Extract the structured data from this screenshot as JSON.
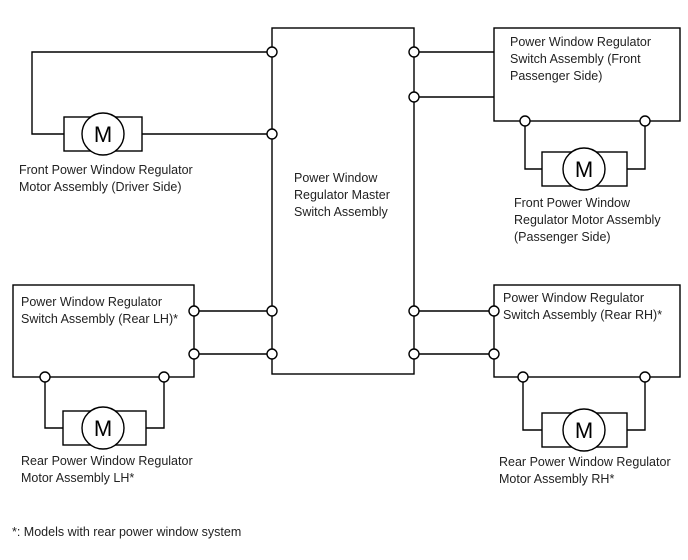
{
  "master_switch": {
    "lines": [
      "Power Window",
      "Regulator Master",
      "Switch Assembly"
    ]
  },
  "front_passenger_switch": {
    "lines": [
      "Power Window Regulator",
      "Switch Assembly (Front",
      "Passenger Side)"
    ]
  },
  "rear_lh_switch": {
    "lines": [
      "Power Window Regulator",
      "Switch Assembly (Rear LH)*"
    ]
  },
  "rear_rh_switch": {
    "lines": [
      "Power Window Regulator",
      "Switch Assembly (Rear RH)*"
    ]
  },
  "front_driver_motor": {
    "symbol": "M",
    "lines": [
      "Front Power Window Regulator",
      "Motor Assembly (Driver Side)"
    ]
  },
  "front_passenger_motor": {
    "symbol": "M",
    "lines": [
      "Front Power Window",
      "Regulator Motor Assembly",
      "(Passenger Side)"
    ]
  },
  "rear_lh_motor": {
    "symbol": "M",
    "lines": [
      "Rear Power Window Regulator",
      "Motor Assembly LH*"
    ]
  },
  "rear_rh_motor": {
    "symbol": "M",
    "lines": [
      "Rear Power Window Regulator",
      "Motor Assembly RH*"
    ]
  },
  "footnote": "*: Models with rear power window system"
}
